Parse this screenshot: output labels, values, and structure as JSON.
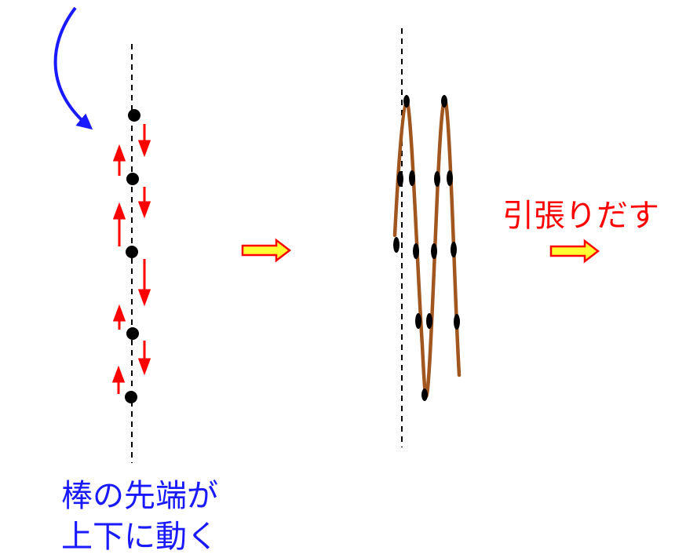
{
  "caption": {
    "line1": "棒の先端が",
    "line2": "上下に動く"
  },
  "pull_label": "引張りだす",
  "colors": {
    "caption": "#1a1aff",
    "pull_label": "#ff0000",
    "motion_arrows": "#ff0000",
    "curved_arrow": "#1a1aff",
    "wave": "#a0561e",
    "dots": "#000000",
    "transition_arrow_fill": "#ffff33",
    "transition_arrow_stroke": "#ff0000"
  },
  "icons": {
    "curved_arrow": "curved-arrow-icon",
    "transition_arrow": "right-arrow-icon",
    "motion_arrow": "vertical-arrow-icon"
  }
}
